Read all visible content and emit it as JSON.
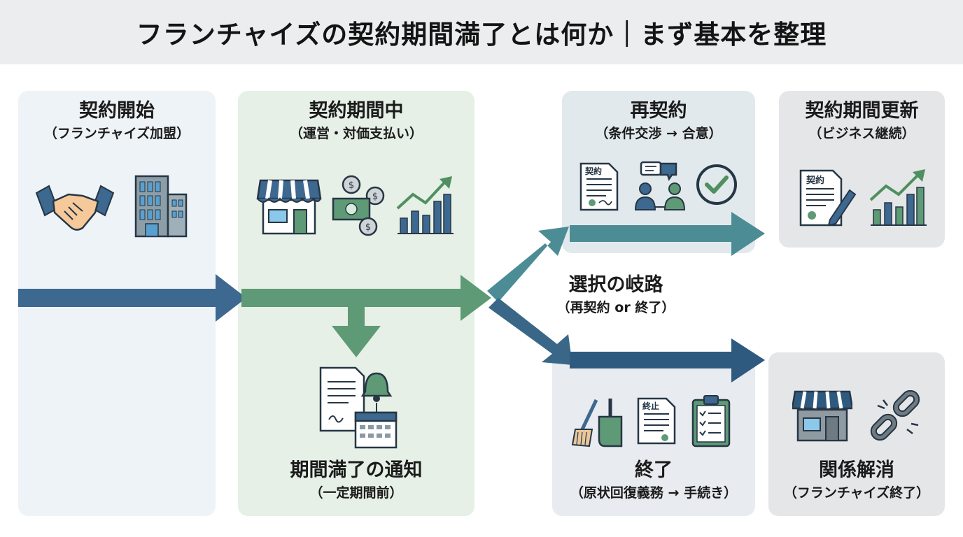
{
  "title": "フランチャイズの契約期間満了とは何か｜まず基本を整理",
  "stages": {
    "start": {
      "title": "契約開始",
      "subtitle": "（フランチャイズ加盟）"
    },
    "during": {
      "title": "契約期間中",
      "subtitle": "（運営・対価支払い）"
    },
    "notice": {
      "title": "期間満了の通知",
      "subtitle": "（一定期間前）"
    },
    "branch": {
      "title": "選択の岐路",
      "subtitle": "（再契約 or 終了）"
    },
    "renew": {
      "title": "再契約",
      "subtitle": "（条件交渉 → 合意）"
    },
    "update": {
      "title": "契約期間更新",
      "subtitle": "（ビジネス継続）"
    },
    "end": {
      "title": "終了",
      "subtitle": "（原状回復義務 → 手続き）"
    },
    "dissolve": {
      "title": "関係解消",
      "subtitle": "（フランチャイズ終了）"
    }
  },
  "doc_labels": {
    "contract": "契約",
    "termination": "終止"
  },
  "colors": {
    "blue": "#3d6890",
    "green": "#5e9a75",
    "teal": "#4c8d95",
    "navy": "#2f5a80",
    "dark": "#2b3a44"
  }
}
